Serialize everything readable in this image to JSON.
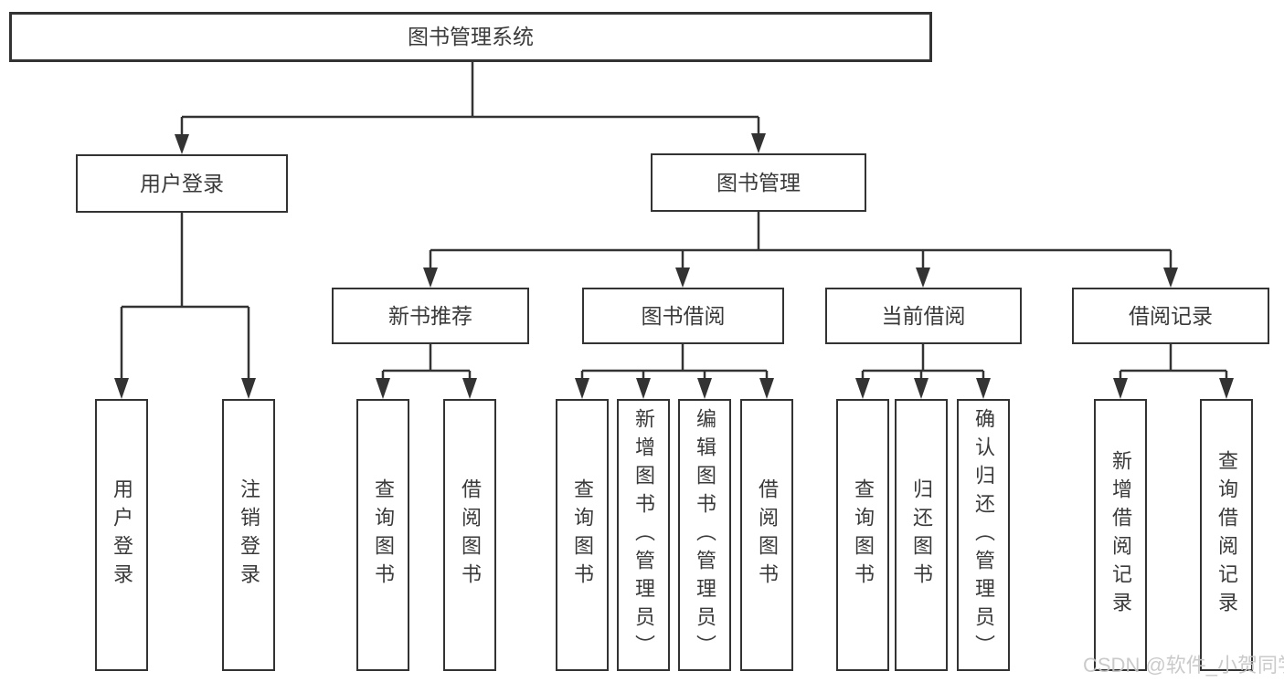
{
  "colors": {
    "background": "#ffffff",
    "line": "#333333",
    "box_border": "#333333",
    "box_fill": "#ffffff",
    "text": "#3a3a3a",
    "watermark": "#c6c6c6"
  },
  "diagram": {
    "root": {
      "label": "图书管理系统"
    },
    "level2": [
      {
        "label": "用户登录"
      },
      {
        "label": "图书管理"
      }
    ],
    "level3": [
      {
        "label": "新书推荐"
      },
      {
        "label": "图书借阅"
      },
      {
        "label": "当前借阅"
      },
      {
        "label": "借阅记录"
      }
    ],
    "leaves": {
      "user_login": [
        "用户登录",
        "注销登录"
      ],
      "new_book_recommend": [
        "查询图书",
        "借阅图书"
      ],
      "book_borrow": [
        "查询图书",
        "新增图书（管理员）",
        "编辑图书（管理员）",
        "借阅图书"
      ],
      "current_borrow": [
        "查询图书",
        "归还图书",
        "确认归还（管理员）"
      ],
      "borrow_records": [
        "新增借阅记录",
        "查询借阅记录"
      ]
    }
  },
  "watermark": {
    "text": "CSDN @软件_小贺同学"
  }
}
